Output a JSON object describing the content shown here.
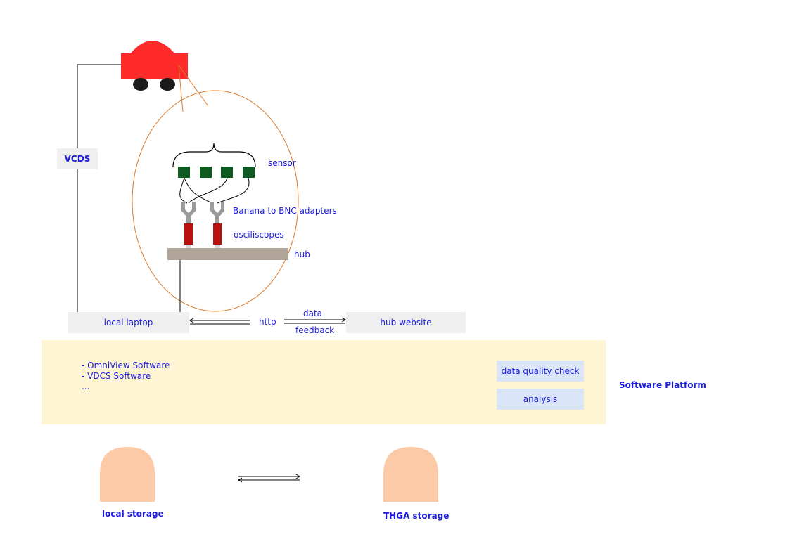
{
  "labels": {
    "vcds": "VCDS",
    "sensor": "sensor",
    "adapters": "Banana to BNC adapters",
    "oscilloscopes": "osciliscopes",
    "hub": "hub",
    "local_laptop": "local laptop",
    "http": "http",
    "data": "data",
    "feedback": "feedback",
    "hub_website": "hub website",
    "software_platform": "Software Platform",
    "data_quality_check": "data quality check",
    "analysis": "analysis",
    "local_storage": "local storage",
    "thga_storage": "THGA storage"
  },
  "software_list": [
    "- OmniView Software",
    "- VDCS Software",
    "..."
  ],
  "colors": {
    "text": "#1c1ce0",
    "car": "#ff2a2a",
    "wheel": "#1a1a1a",
    "sensor": "#0f5a20",
    "adapter": "#9b9b9b",
    "oscilloscope": "#b80f0f",
    "hub_bar": "#b0a398",
    "zoom_circle": "#d97a2b",
    "box_gray": "#efefef",
    "box_blue": "#dae6f7",
    "platform": "#fdf5d4",
    "storage": "#fccaa6"
  }
}
